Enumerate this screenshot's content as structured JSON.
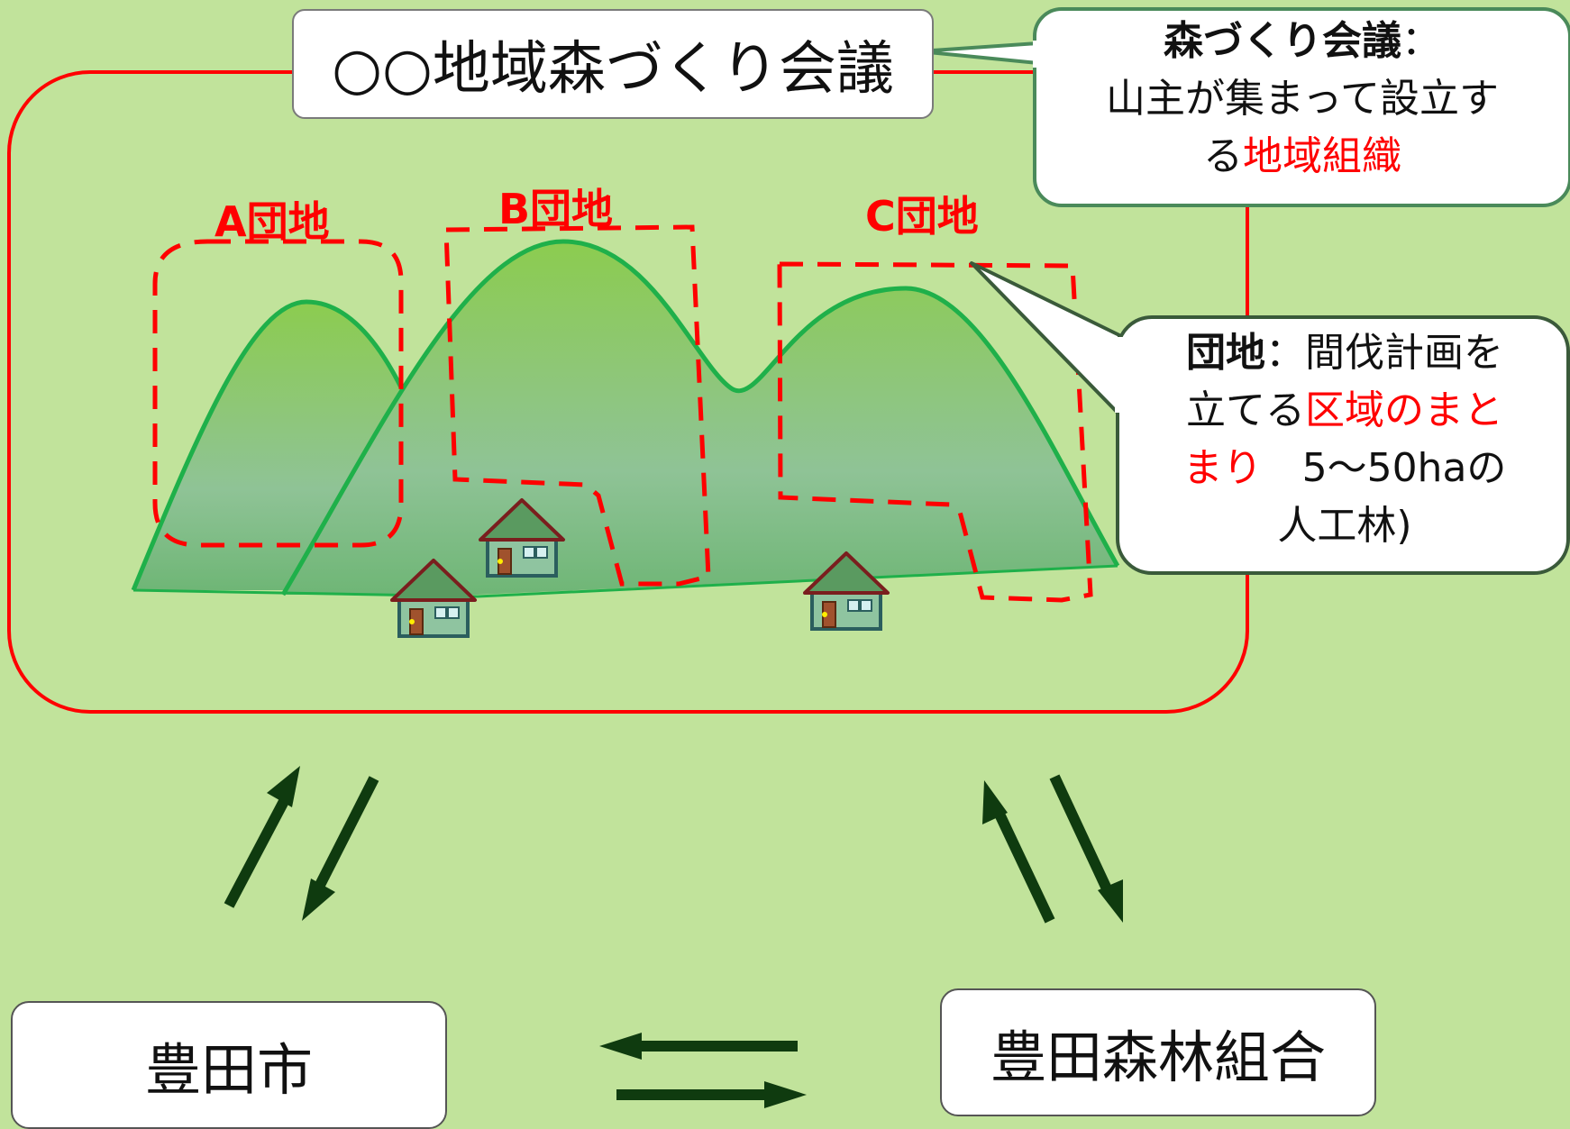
{
  "title": "○○地域森づくり会議",
  "areas": [
    {
      "label": "A団地"
    },
    {
      "label": "B団地"
    },
    {
      "label": "C団地"
    }
  ],
  "callout_council": {
    "term": "森づくり会議",
    "sep": "：",
    "text": "山主が集まって設立す",
    "text2": "る",
    "highlight": "地域組織"
  },
  "callout_area": {
    "term": "団地",
    "sep": "：",
    "text1": "間伐計画を",
    "text2": "立てる",
    "highlight1": "区域のまと",
    "highlight2": "まり",
    "text3": "　5～50haの",
    "text4": "人工林)"
  },
  "city": "豊田市",
  "cooperative": "豊田森林組合",
  "colors": {
    "background": "#c1e39b",
    "accent_red": "#ff0000",
    "mountain_line": "#1fb04a",
    "arrow": "#0f3b0f",
    "house_roof": "#5a9a60",
    "house_border": "#7a1e1e"
  }
}
